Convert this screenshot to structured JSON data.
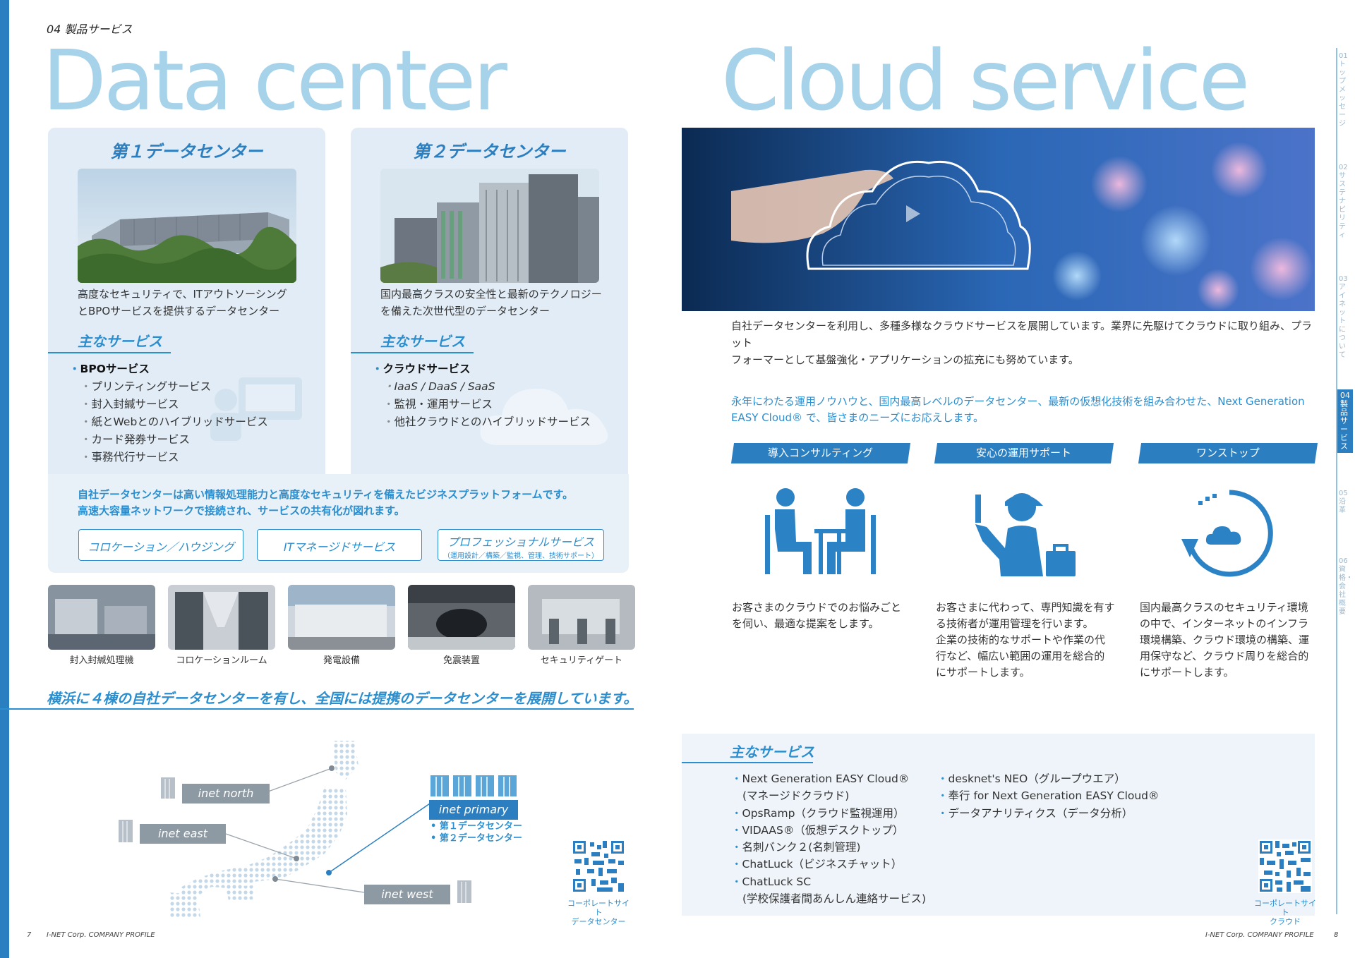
{
  "header": {
    "section": "04 製品サービス"
  },
  "left_title": "Data center",
  "right_title": "Cloud service",
  "dc1": {
    "title": "第１データセンター",
    "desc": [
      "高度なセキュリティで、ITアウトソーシング",
      "とBPOサービスを提供するデータセンター"
    ],
    "main_label": "主なサービス",
    "head": "BPOサービス",
    "items": [
      "プリンティングサービス",
      "封入封緘サービス",
      "紙とWebとのハイブリッドサービス",
      "カード発券サービス",
      "事務代行サービス"
    ]
  },
  "dc2": {
    "title": "第２データセンター",
    "desc": [
      "国内最高クラスの安全性と最新のテクノロジー",
      "を備えた次世代型のデータセンター"
    ],
    "main_label": "主なサービス",
    "head": "クラウドサービス",
    "items": [
      "IaaS / DaaS / SaaS",
      "監視・運用サービス",
      "他社クラウドとのハイブリッドサービス"
    ]
  },
  "dc_band": {
    "text": [
      "自社データセンターは高い情報処理能力と高度なセキュリティを備えたビジネスプラットフォームです。",
      "高速大容量ネットワークで接続され、サービスの共有化が図れます。"
    ],
    "pills": [
      "コロケーション／ハウジング",
      "ITマネージドサービス",
      "プロフェッショナルサービス"
    ],
    "pill_sub": "（運用設計／構築／監視、管理、技術サポート）"
  },
  "thumbs": [
    "封入封緘処理機",
    "コロケーションルーム",
    "発電設備",
    "免震装置",
    "セキュリティゲート"
  ],
  "slogan": "横浜に４棟の自社データセンターを有し、全国には提携のデータセンターを展開しています。",
  "map": {
    "north": "inet north",
    "east": "inet east",
    "west": "inet west",
    "primary": "inet primary",
    "primary_items": [
      "第１データセンター",
      "第２データセンター"
    ]
  },
  "qr_left": [
    "コーポレートサイト",
    "データセンター"
  ],
  "qr_right": [
    "コーポレートサイト",
    "クラウド"
  ],
  "footer": {
    "left_page": "7",
    "left_text": "I-NET Corp.  COMPANY PROFILE",
    "right_text": "I-NET Corp.  COMPANY PROFILE",
    "right_page": "8"
  },
  "cloud": {
    "desc": [
      "自社データセンターを利用し、多種多様なクラウドサービスを展開しています。業界に先駆けてクラウドに取り組み、プラット",
      "フォーマーとして基盤強化・アプリケーションの拡充にも努めています。"
    ],
    "lead": [
      "永年にわたる運用ノウハウと、国内最高レベルのデータセンター、最新の仮想化技術を組み合わせた、Next Generation",
      "EASY Cloud® で、皆さまのニーズにお応えします。"
    ],
    "features": [
      {
        "label": "導入コンサルティング",
        "text": [
          "お客さまのクラウドでのお悩みごと",
          "を伺い、最適な提案をします。"
        ]
      },
      {
        "label": "安心の運用サポート",
        "text": [
          "お客さまに代わって、専門知識を有す",
          "る技術者が運用管理を行います。",
          "企業の技術的なサポートや作業の代",
          "行など、幅広い範囲の運用を総合的",
          "にサポートします。"
        ]
      },
      {
        "label": "ワンストップ",
        "text": [
          "国内最高クラスのセキュリティ環境",
          "の中で、インターネットのインフラ",
          "環境構築、クラウド環境の構築、運",
          "用保守など、クラウド周りを総合的",
          "にサポートします。"
        ]
      }
    ],
    "services_label": "主なサービス",
    "services_col1": [
      "Next Generation EASY Cloud®",
      "(マネージドクラウド)",
      "OpsRamp（クラウド監視運用）",
      "VIDAAS®（仮想デスクトップ）",
      "名刺バンク２(名刺管理)",
      "ChatLuck（ビジネスチャット）",
      "ChatLuck SC",
      "(学校保護者間あんしん連絡サービス)"
    ],
    "services_col2": [
      "desknet's NEO（グループウエア）",
      "奉行 for Next Generation EASY Cloud®",
      "データアナリティクス（データ分析）"
    ]
  },
  "side_nav": [
    {
      "label": "01 トップメッセージ"
    },
    {
      "label": "02 サステナビリティ"
    },
    {
      "label": "03 アイネットについて"
    },
    {
      "label": "04 製品サービス",
      "active": true
    },
    {
      "label": "05 沿革"
    },
    {
      "label": "06 資格・会社概要"
    }
  ],
  "colors": {
    "accent": "#2b7fc0",
    "title": "#a7d3ea",
    "card": "#e1ecf6"
  }
}
